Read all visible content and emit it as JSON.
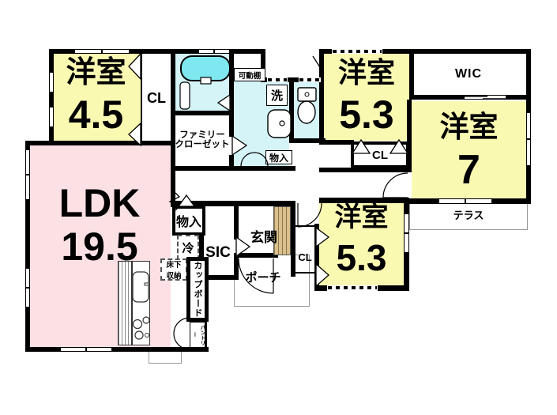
{
  "rooms": {
    "bedroom_nw": {
      "name": "洋室",
      "area": "4.5"
    },
    "closet_nw": {
      "label": "CL"
    },
    "movable_shelf": {
      "label": "可動棚"
    },
    "laundry": {
      "label": "洗"
    },
    "storage_washroom": {
      "label": "物入"
    },
    "family_closet": {
      "line1": "ファミリー",
      "line2": "クローゼット"
    },
    "bedroom_n": {
      "name": "洋室",
      "area": "5.3"
    },
    "closet_n": {
      "label": "CL"
    },
    "wic": {
      "label": "WIC"
    },
    "bedroom_e": {
      "name": "洋室",
      "area": "7"
    },
    "terrace": {
      "label": "テラス"
    },
    "ldk": {
      "name": "LDK",
      "area": "19.5"
    },
    "storage_hall": {
      "label": "物入"
    },
    "fridge": {
      "label": "冷"
    },
    "sic": {
      "label": "SIC"
    },
    "entrance": {
      "label": "玄関"
    },
    "porch": {
      "label": "ポーチ"
    },
    "closet_s": {
      "label": "CL"
    },
    "bedroom_s": {
      "name": "洋室",
      "area": "5.3"
    },
    "underfloor_storage": {
      "line1": "床下",
      "line2": "収納"
    },
    "cupboard": {
      "label": "カップボード"
    },
    "pantry": {
      "label": "パントリー"
    }
  },
  "colors": {
    "room_yellow": "#FAF9B2",
    "ldk_pink": "#FBE0E4",
    "water_cyan": "#D5F4F8",
    "tub_cyan": "#7FE7F0",
    "wood_tan": "#D9C08C",
    "wall_black": "#000000"
  }
}
